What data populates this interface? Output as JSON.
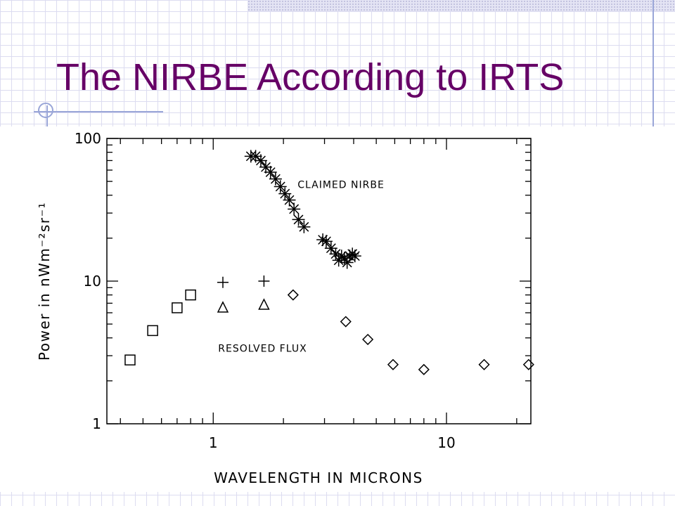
{
  "slide": {
    "title": "The NIRBE According to IRTS"
  },
  "chart_data": {
    "type": "scatter",
    "title": "",
    "xlabel": "WAVELENGTH IN MICRONS",
    "ylabel": "Power in nWm⁻²sr⁻¹",
    "xscale": "log",
    "yscale": "log",
    "xlim": [
      0.35,
      23
    ],
    "ylim": [
      1,
      100
    ],
    "x_ticks": [
      1,
      10
    ],
    "x_tick_labels": [
      "1",
      "10"
    ],
    "y_ticks": [
      1,
      10,
      100
    ],
    "y_tick_labels": [
      "1",
      "10",
      "100"
    ],
    "grid": false,
    "annotations": [
      {
        "text": "CLAIMED NIRBE",
        "x": 2.3,
        "y": 45
      },
      {
        "text": "RESOLVED FLUX",
        "x": 1.05,
        "y": 3.2
      }
    ],
    "series": [
      {
        "marker": "asterisk",
        "x": [
          1.45,
          1.52,
          1.6,
          1.68,
          1.76,
          1.85,
          1.94,
          2.03,
          2.12,
          2.22,
          2.32,
          2.45,
          2.95,
          3.05,
          3.2,
          3.35,
          3.45,
          3.55,
          3.65,
          3.75,
          3.85,
          3.95,
          4.05
        ],
        "y": [
          75,
          75,
          70,
          63,
          58,
          52,
          46,
          41,
          37,
          32,
          27,
          24,
          19.5,
          19,
          17,
          15.5,
          14,
          15,
          14.5,
          13.5,
          15,
          15.5,
          15
        ]
      },
      {
        "marker": "square",
        "x": [
          0.44,
          0.55,
          0.7,
          0.8
        ],
        "y": [
          2.8,
          4.5,
          6.5,
          8
        ]
      },
      {
        "marker": "plus",
        "x": [
          1.1,
          1.65
        ],
        "y": [
          9.8,
          10
        ]
      },
      {
        "marker": "triangle",
        "x": [
          1.1,
          1.65
        ],
        "y": [
          6.5,
          6.8
        ]
      },
      {
        "marker": "diamond",
        "x": [
          2.2,
          3.7,
          4.6,
          5.9,
          8.0,
          14.5,
          22.5
        ],
        "y": [
          8.0,
          5.2,
          3.9,
          2.6,
          2.4,
          2.6,
          2.6
        ]
      }
    ]
  }
}
